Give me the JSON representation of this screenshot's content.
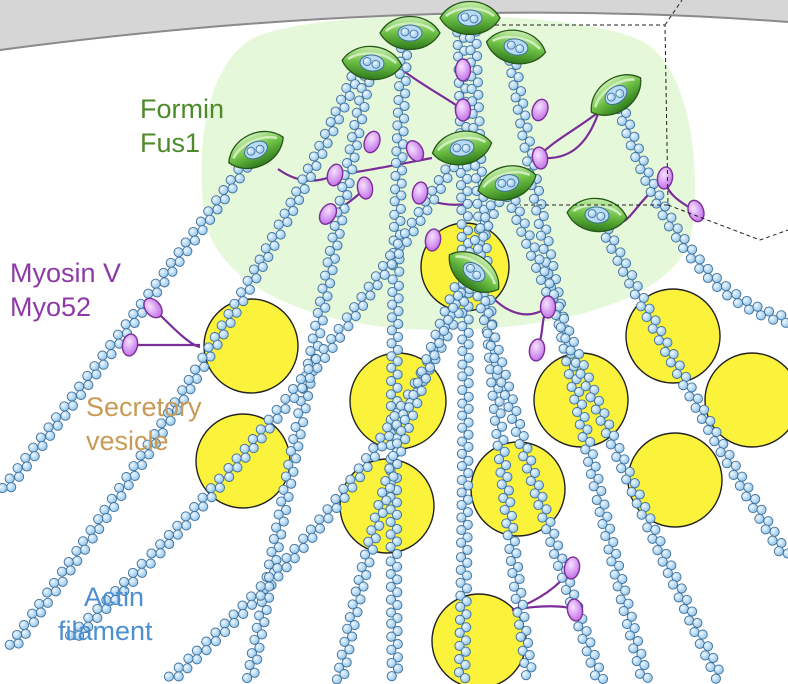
{
  "labels": {
    "formin": {
      "line1": "Formin",
      "line2": "Fus1"
    },
    "myosin": {
      "line1": "Myosin V",
      "line2": "Myo52"
    },
    "vesicle": {
      "line1": "Secretory",
      "line2": "vesicle"
    },
    "actin": {
      "line1": "Actin",
      "line2": "filament"
    }
  },
  "colors": {
    "formin_text": "#4f8a2a",
    "myosin_text": "#8e3aa6",
    "vesicle_text": "#c79a55",
    "actin_text": "#4d8fd0",
    "formin_fill": "#5fae3a",
    "formin_light": "#cfeebc",
    "myosin_fill": "#d99bf0",
    "myosin_stroke": "#7b2e98",
    "vesicle_fill": "#fbf23b",
    "actin_bead": "#b8dcf5",
    "actin_edge": "#3e6f99",
    "region_fill": "#e6f8da",
    "membrane_fill": "#d6d6d6",
    "membrane_edge": "#8a8a8a"
  }
}
